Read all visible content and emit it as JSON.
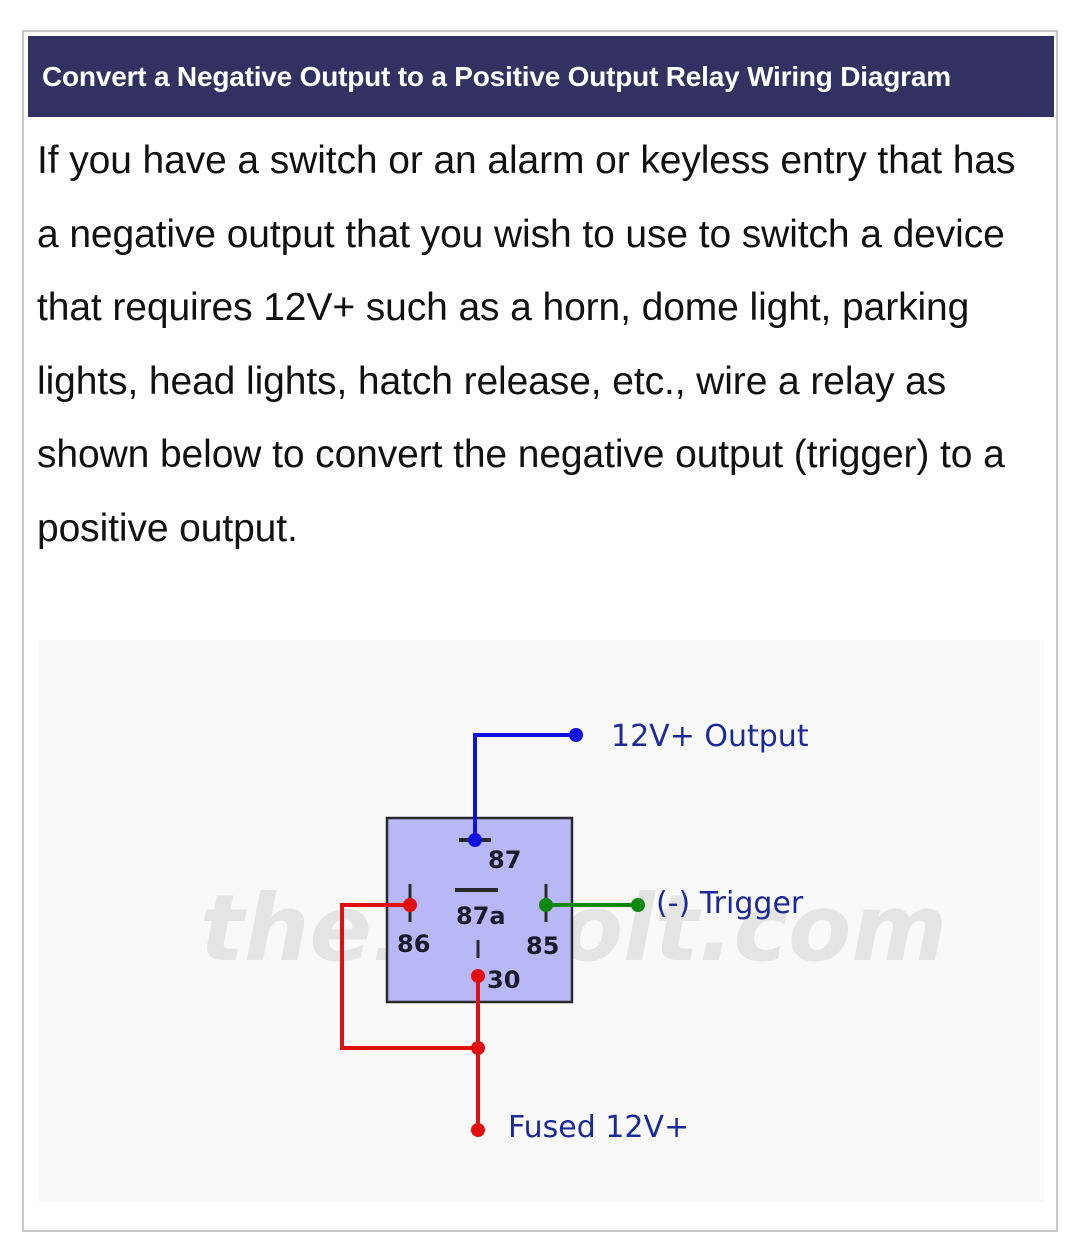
{
  "header": {
    "title": "Convert a Negative Output to a Positive Output Relay Wiring Diagram"
  },
  "article": {
    "paragraph": "If you have a switch or an alarm or keyless entry that has a negative output that you wish to use to switch a device that requires 12V+ such as a horn, dome light, parking lights, head lights, hatch release, etc., wire a relay as shown below to convert the negative output (trigger) to a positive output."
  },
  "diagram": {
    "watermark": "the12volt.com",
    "pins": {
      "p87": "87",
      "p87a": "87a",
      "p86": "86",
      "p85": "85",
      "p30": "30"
    },
    "labels": {
      "output": "12V+ Output",
      "trigger": "(-) Trigger",
      "fused": "Fused 12V+"
    },
    "colors": {
      "relay_fill": "#b8b8f6",
      "output_wire": "#1010e0",
      "trigger_wire": "#108810",
      "power_wire": "#e01010"
    }
  }
}
